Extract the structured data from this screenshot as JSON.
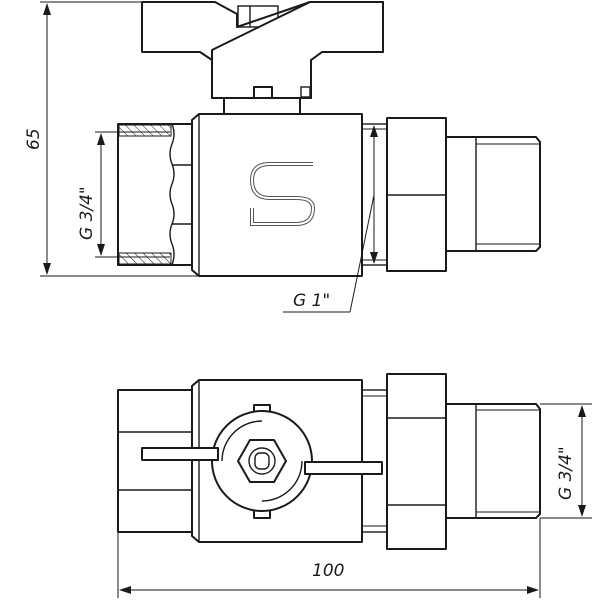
{
  "drawing": {
    "dimensions": {
      "height": "65",
      "length": "100",
      "inlet_thread": "G 3/4\"",
      "union_thread": "G 1\"",
      "outlet_thread": "G 3/4\""
    },
    "logo_letter": "S",
    "line_color": "#1a1a1a"
  }
}
